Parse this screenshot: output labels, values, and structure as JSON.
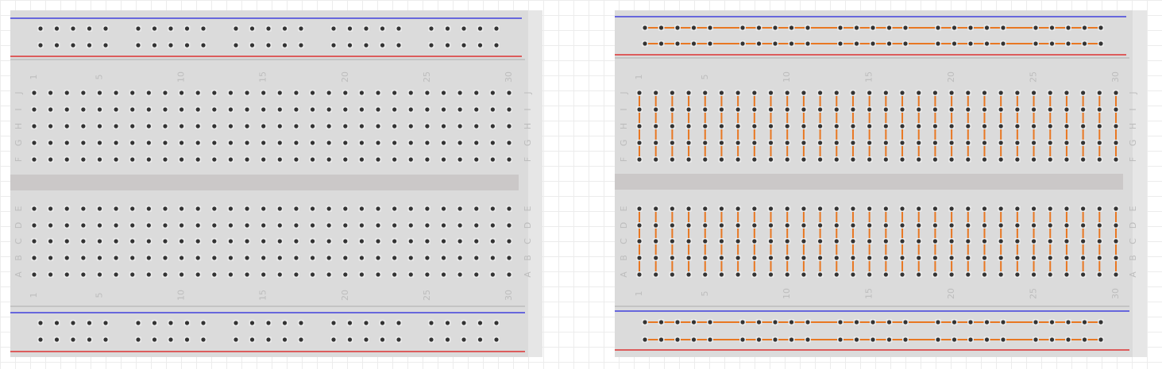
{
  "breadboards": [
    {
      "id": "plain",
      "description_name": "breadboard-plain",
      "show_connections": false
    },
    {
      "id": "connected",
      "description_name": "breadboard-connected",
      "show_connections": true
    }
  ],
  "column_numbers": [
    "1",
    "5",
    "10",
    "15",
    "20",
    "25",
    "30"
  ],
  "column_number_positions": [
    1,
    5,
    10,
    15,
    20,
    25,
    30
  ],
  "top_row_letters": [
    "J",
    "I",
    "H",
    "G",
    "F"
  ],
  "bottom_row_letters": [
    "E",
    "D",
    "C",
    "B",
    "A"
  ],
  "colors": {
    "board": "#dbdbdb",
    "channel": "#cbc8c8",
    "hole": "#333333",
    "hole_halo": "#e9e9e9",
    "rail_negative_line": "#2222dd",
    "rail_positive_line": "#dd1111",
    "connection": "#e87722",
    "label": "#bdbdbd"
  }
}
